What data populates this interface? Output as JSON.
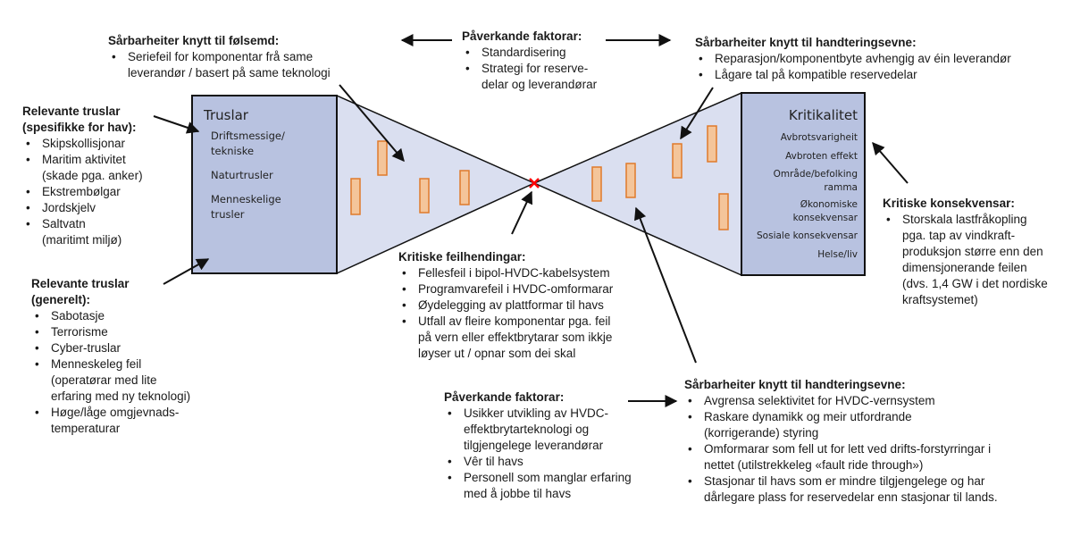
{
  "colors": {
    "box_fill": "#b8c2e0",
    "triangle_fill": "#dadff0",
    "bar_fill": "#f4c59a",
    "bar_stroke": "#e07a2a",
    "failure_mark": "#ff0000",
    "line": "#111111"
  },
  "threats_box": {
    "title": "Truslar",
    "items": [
      "Driftsmessige/",
      "tekniske",
      "Naturtrusler",
      "Menneskelige",
      "trusler"
    ]
  },
  "criticality_box": {
    "title": "Kritikalitet",
    "items": [
      "Avbrotsvarigheit",
      "Avbroten effekt",
      "Område/befolking",
      "ramma",
      "Økonomiske",
      "konsekvensar",
      "Sosiale konsekvensar",
      "Helse/liv"
    ]
  },
  "sensitivity_vulnerabilities": {
    "title": "Sårbarheiter knytt til følsemd:",
    "items": [
      "Seriefeil for komponentar frå same",
      "leverandør / basert på same teknologi"
    ]
  },
  "influencing_factors_top": {
    "title": "Påverkande faktorar:",
    "items": [
      "Standardisering",
      "Strategi for reserve-",
      "delar og leverandørar"
    ]
  },
  "handling_vulnerabilities_top": {
    "title": "Sårbarheiter knytt til handteringsevne:",
    "items": [
      "Reparasjon/komponentbyte avhengig av éin leverandør",
      "Lågare tal på kompatible reservedelar"
    ]
  },
  "threats_sea": {
    "title_line1": "Relevante truslar",
    "title_line2": "(spesifikke for hav):",
    "items": [
      "Skipskollisjonar",
      "Maritim aktivitet",
      "(skade pga. anker)",
      "Ekstrembølgar",
      "Jordskjelv",
      "Saltvatn",
      "(maritimt miljø)"
    ]
  },
  "threats_general": {
    "title_line1": "Relevante truslar",
    "title_line2": "(generelt):",
    "items": [
      "Sabotasje",
      "Terrorisme",
      "Cyber-truslar",
      "Menneskeleg feil",
      "(operatørar med lite",
      "erfaring med ny teknologi)",
      "Høge/låge omgjevnads-",
      "temperaturar"
    ]
  },
  "critical_failures": {
    "title": "Kritiske feilhendingar:",
    "items": [
      "Fellesfeil i bipol-HVDC-kabelsystem",
      "Programvarefeil i HVDC-omformarar",
      "Øydelegging av plattformar til havs",
      "Utfall av fleire komponentar pga. feil",
      "på vern eller effektbrytarar som ikkje",
      "løyser ut / opnar som dei skal"
    ]
  },
  "critical_consequences": {
    "title": "Kritiske konsekvensar:",
    "items": [
      "Storskala lastfråkopling",
      "pga. tap av vindkraft-",
      "produksjon større enn den",
      "dimensjonerande feilen",
      "(dvs. 1,4 GW i det nordiske",
      "kraftsystemet)"
    ]
  },
  "influencing_factors_bottom": {
    "title": "Påverkande faktorar:",
    "items": [
      "Usikker utvikling av HVDC-",
      "effektbrytarteknologi og",
      "tilgjengelege leverandørar",
      "Vêr til havs",
      "Personell som manglar erfaring",
      "med å jobbe til havs"
    ]
  },
  "handling_vulnerabilities_bottom": {
    "title": "Sårbarheiter knytt til handteringsevne:",
    "items": [
      "Avgrensa selektivitet for HVDC-vernsystem",
      "Raskare dynamikk og meir utfordrande",
      "(korrigerande) styring",
      "Omformarar som fell ut for lett ved drifts-forstyrringar i",
      "nettet (utilstrekkeleg «fault ride through»)",
      "Stasjonar til havs som er mindre tilgjengelege og har",
      "dårlegare plass for reservedelar enn stasjonar til lands."
    ]
  }
}
